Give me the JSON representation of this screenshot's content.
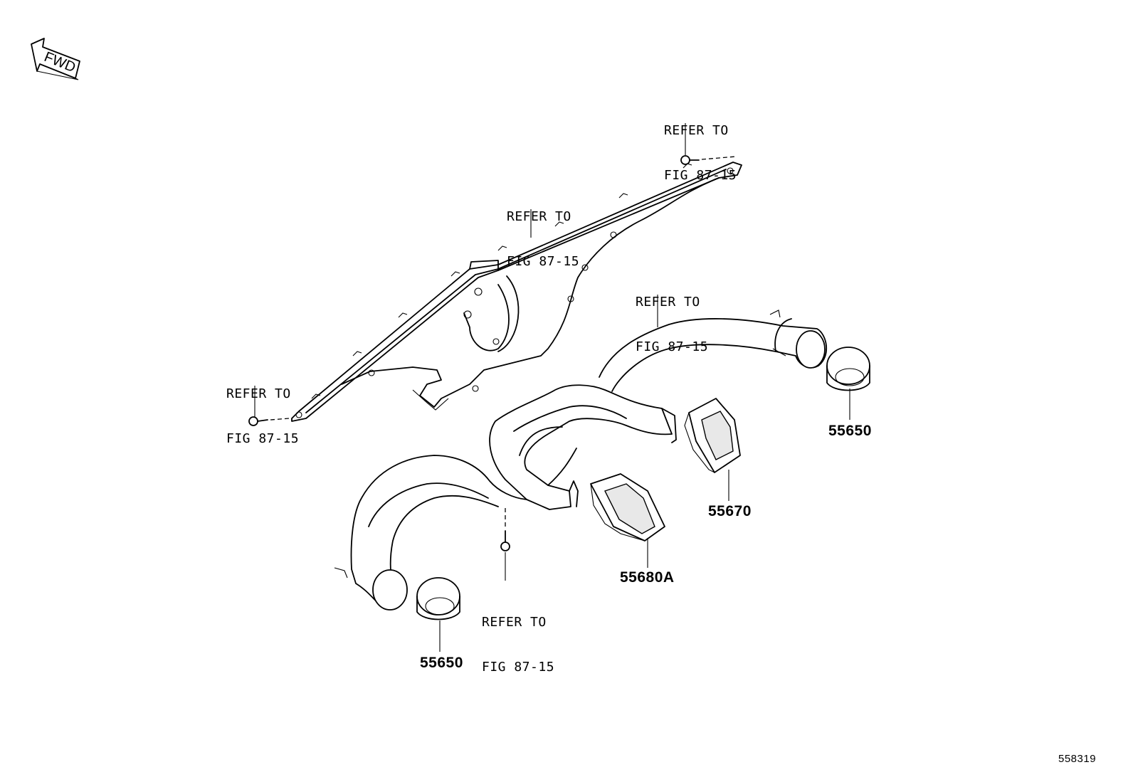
{
  "diagram": {
    "fwd_label": "FWD",
    "figure_id": "558319",
    "refer_labels": [
      {
        "line1": "REFER TO",
        "line2": "FIG 87-15"
      },
      {
        "line1": "REFER TO",
        "line2": "FIG 87-15"
      },
      {
        "line1": "REFER TO",
        "line2": "FIG 87-15"
      },
      {
        "line1": "REFER TO",
        "line2": "FIG 87-15"
      },
      {
        "line1": "REFER TO",
        "line2": "FIG 87-15"
      }
    ],
    "part_numbers": [
      {
        "number": "55650"
      },
      {
        "number": "55670"
      },
      {
        "number": "55680A"
      },
      {
        "number": "55650"
      }
    ]
  }
}
